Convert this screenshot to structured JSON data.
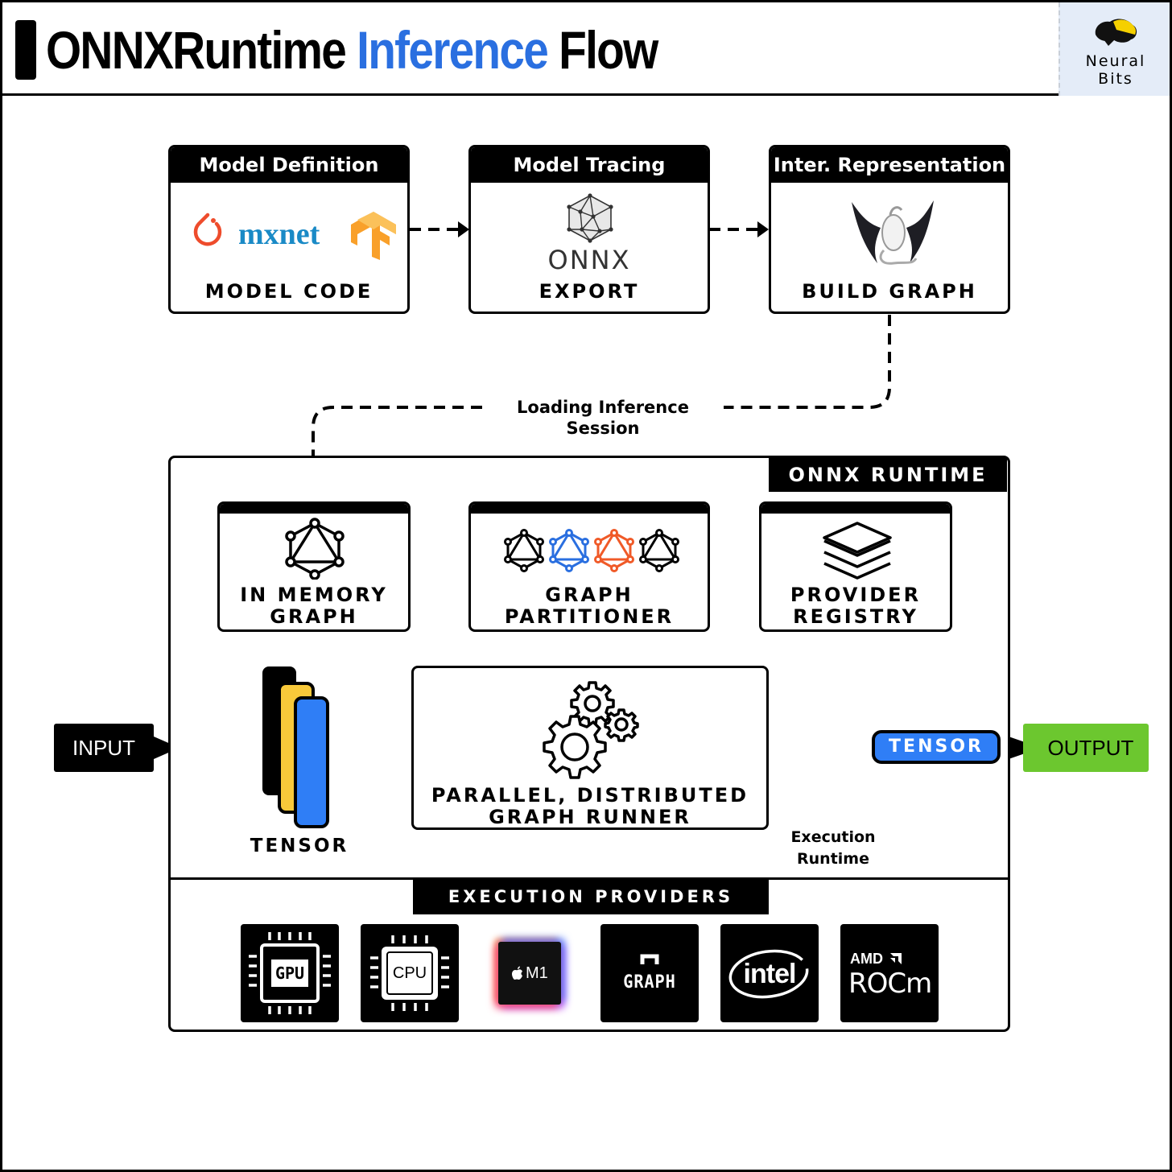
{
  "header": {
    "title_part1": "ONNXRuntime ",
    "title_accent": "Inference",
    "title_part2": " Flow",
    "logo_line1": "Neural",
    "logo_line2": "Bits"
  },
  "stages": [
    {
      "header": "Model Definition",
      "label": "MODEL CODE",
      "logo_text": "mxnet"
    },
    {
      "header": "Model Tracing",
      "label": "EXPORT",
      "logo_text": "ONNX"
    },
    {
      "header": "Inter. Representation",
      "label": "BUILD GRAPH"
    }
  ],
  "loading_label": "Loading Inference Session",
  "runtime": {
    "title": "ONNX RUNTIME",
    "in_memory_graph": "IN MEMORY\nGRAPH",
    "graph_partitioner": "GRAPH\nPARTITIONER",
    "provider_registry": "PROVIDER\nREGISTRY",
    "graph_runner": "PARALLEL, DISTRIBUTED\nGRAPH RUNNER",
    "tensor_label": "TENSOR",
    "execution_runtime": "Execution\nRuntime"
  },
  "io": {
    "input": "INPUT",
    "output": "OUTPUT",
    "tensor_out": "TENSOR"
  },
  "execution_providers": {
    "title": "EXECUTION PROVIDERS",
    "tiles": [
      {
        "icon": "gpu-chip-icon",
        "text": "GPU"
      },
      {
        "icon": "cpu-chip-icon",
        "text": "CPU"
      },
      {
        "icon": "apple-m1-icon",
        "text": "M1"
      },
      {
        "icon": "ngraph-logo",
        "text": "GRAPH"
      },
      {
        "icon": "intel-logo",
        "text": "intel"
      },
      {
        "icon": "amd-rocm-logo",
        "text_top": "AMD",
        "text": "ROCm"
      }
    ]
  },
  "colors": {
    "accent_blue": "#2a6fe0",
    "tensor_blue": "#2f7ef6",
    "tensor_yellow": "#f8c93a",
    "output_green": "#6cc72f",
    "logo_bg": "#e4ecf8",
    "partition_orange": "#f05a28",
    "pytorch_red": "#ee4c2c",
    "mxnet_blue": "#1a8ac6",
    "tensorflow_orange": "#f9a02a"
  }
}
